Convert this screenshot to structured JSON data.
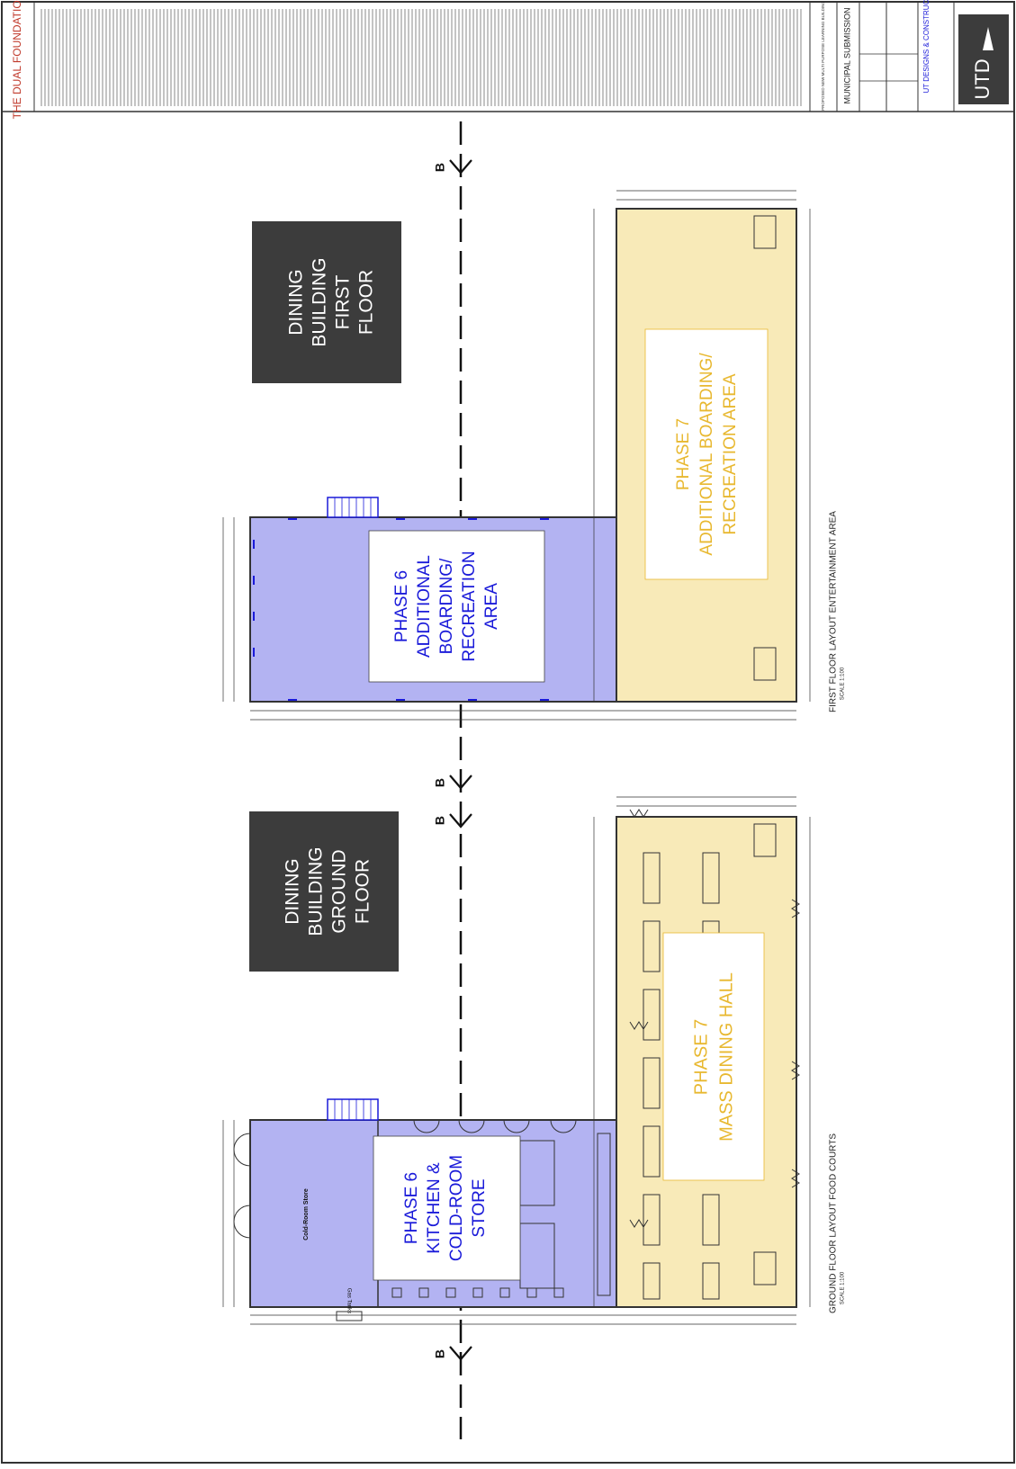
{
  "title_block": {
    "foundation_name": "THE DUAL FOUNDATION",
    "company_name": "UT DESIGNS & CONSTRUCTION",
    "logo_text": "UTD",
    "submission": "MUNICIPAL SUBMISSION",
    "project_line": "PROPOSED NEW MULTI PURPOSE LEARNING BUILDING"
  },
  "drawings": {
    "ground_floor_caption": "GROUND FLOOR LAYOUT FOOD COURTS",
    "ground_floor_scale": "SCALE 1:100",
    "first_floor_caption": "FIRST FLOOR LAYOUT ENTERTAINMENT AREA",
    "first_floor_scale": "SCALE 1:100"
  },
  "labels": {
    "dining_ground": [
      "DINING",
      "BUILDING",
      "GROUND",
      "FLOOR"
    ],
    "dining_first": [
      "DINING",
      "BUILDING",
      "FIRST",
      "FLOOR"
    ],
    "phase6_kitchen": [
      "PHASE 6",
      "KITCHEN &",
      "COLD-ROOM",
      "STORE"
    ],
    "phase7_dining": [
      "PHASE 7",
      "MASS DINING HALL"
    ],
    "phase6_boarding": [
      "PHASE 6",
      "ADDITIONAL",
      "BOARDING/",
      "RECREATION",
      "AREA"
    ],
    "phase7_boarding": [
      "PHASE 7",
      "ADDITIONAL BOARDING/",
      "RECREATION AREA"
    ],
    "cold_room": "Cold-Room Store",
    "gas_tanks": "Gas Tanks",
    "section_marker": "B"
  },
  "colors": {
    "phase6_fill": "#b3b3f2",
    "phase6_text": "#1a1ad9",
    "phase7_fill": "#f8eab8",
    "phase7_text": "#e8b830",
    "dark_box": "#3c3c3c"
  }
}
